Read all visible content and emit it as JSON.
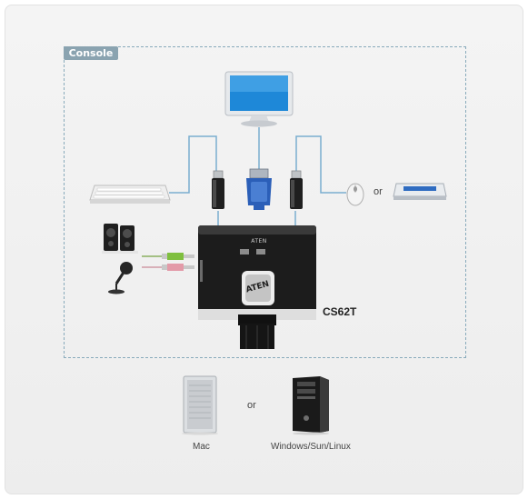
{
  "console_label": "Console",
  "model_name": "CS62T",
  "brand_logo": "ATEN",
  "or_text_mouse": "or",
  "or_text_computer": "or",
  "mac_label": "Mac",
  "pc_label": "Windows/Sun/Linux",
  "colors": {
    "console_border": "#88aabb",
    "console_tag_bg": "#8aa3b0",
    "cable_blue": "#7aaed0",
    "audio_green": "#7fbf3f",
    "audio_pink": "#e39aa8",
    "vga_blue": "#2b5fb8"
  }
}
